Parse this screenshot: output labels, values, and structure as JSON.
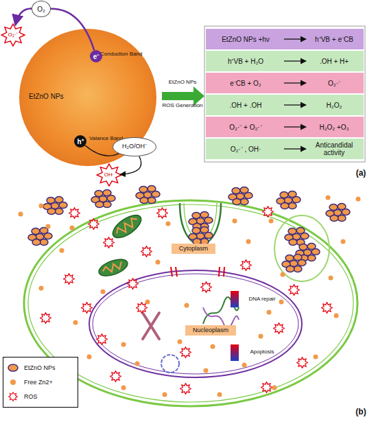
{
  "diagram": {
    "nodes": [
      {
        "text": [
          "O₂"
        ]
      },
      {
        "text": [
          "O₂·⁻"
        ]
      },
      {
        "text": [
          "EtZnO NPs",
          "Conduction Band",
          "Valance Band"
        ]
      },
      {
        "text": [
          "e⁻"
        ],
        "in": 2
      },
      {
        "text": [
          "h⁺"
        ],
        "in": 2
      },
      {
        "text": [
          "H₂O/OH⁻"
        ]
      },
      {
        "text": [
          "OH·"
        ]
      },
      {
        "text": [
          "EtZnO NPs +hν"
        ]
      },
      {
        "text": [
          "h⁺VB + e⁻CB"
        ]
      },
      {
        "text": [
          "h⁺VB + H₂O"
        ]
      },
      {
        "text": [
          ".OH + H+"
        ]
      },
      {
        "text": [
          "e⁻CB + O₂"
        ]
      },
      {
        "text": [
          "O₂·⁻"
        ]
      },
      {
        "text": [
          ".OH + .OH"
        ]
      },
      {
        "text": [
          "H₂O₂"
        ]
      },
      {
        "text": [
          "O₂·⁻ + O₂·⁻"
        ]
      },
      {
        "text": [
          "H₂O₂ +O₂"
        ]
      },
      {
        "text": [
          "O₂·⁻ , OH·"
        ]
      },
      {
        "text": [
          "Anticandidal activity"
        ]
      },
      {
        "text": [
          "Cytoplasm"
        ]
      },
      {
        "text": [
          "Nucleoplasm"
        ]
      }
    ],
    "edges": [
      {
        "from": 3,
        "to": 0,
        "arrow": "none"
      },
      {
        "from": 0,
        "to": 1,
        "arrow": "to"
      },
      {
        "from": 4,
        "to": 5,
        "arrow": "none"
      },
      {
        "from": 5,
        "to": 6,
        "arrow": "to"
      },
      {
        "from": 7,
        "to": 8,
        "arrow": "to"
      },
      {
        "from": 9,
        "to": 10,
        "arrow": "to"
      },
      {
        "from": 11,
        "to": 12,
        "arrow": "to"
      },
      {
        "from": 13,
        "to": 14,
        "arrow": "to"
      },
      {
        "from": 15,
        "to": 16,
        "arrow": "to"
      },
      {
        "from": 17,
        "to": 18,
        "arrow": "to"
      }
    ],
    "labels": [
      "EtZnO NPs",
      "ROS Generation",
      "(a)",
      "DNA repair",
      "Apoptosis",
      "(b)"
    ],
    "legend": [
      {
        "text": "EtZnO NPs"
      },
      {
        "text": "Free Zn2+"
      },
      {
        "text": "ROS"
      }
    ]
  }
}
